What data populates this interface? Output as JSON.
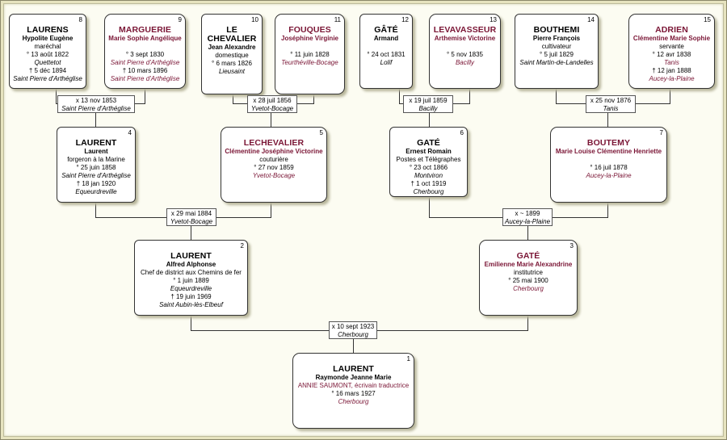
{
  "persons": {
    "p1": {
      "num": "1",
      "surname": "LAURENT",
      "given": "Raymonde Jeanne Marie",
      "occupation": "ANNIE SAUMONT, écrivain traductrice",
      "birth": "° 16 mars 1927",
      "birth_place": "Cherbourg"
    },
    "p2": {
      "num": "2",
      "surname": "LAURENT",
      "given": "Alfred Alphonse",
      "occupation": "Chef de district aux Chemins de fer",
      "birth": "° 1 juin 1889",
      "birth_place": "Equeurdreville",
      "death": "† 19 juin 1969",
      "death_place": "Saint Aubin-lès-Elbeuf"
    },
    "p3": {
      "num": "3",
      "surname": "GATÉ",
      "given": "Emilienne Marie Alexandrine",
      "occupation": "institutrice",
      "birth": "° 25 mai 1900",
      "birth_place": "Cherbourg"
    },
    "p4": {
      "num": "4",
      "surname": "LAURENT",
      "given": "Laurent",
      "occupation": "forgeron à la Marine",
      "birth": "° 25 juin 1858",
      "birth_place": "Saint Pierre d'Arthéglise",
      "death": "† 18 jan 1920",
      "death_place": "Equeurdreville"
    },
    "p5": {
      "num": "5",
      "surname": "LECHEVALIER",
      "given": "Clémentine Joséphine Victorine",
      "occupation": "couturière",
      "birth": "° 27 nov 1859",
      "birth_place": "Yvetot-Bocage"
    },
    "p6": {
      "num": "6",
      "surname": "GATÉ",
      "given": "Ernest Romain",
      "occupation": "Postes et Télégraphes",
      "birth": "° 23 oct 1866",
      "birth_place": "Montviron",
      "death": "† 1 oct 1919",
      "death_place": "Cherbourg"
    },
    "p7": {
      "num": "7",
      "surname": "BOUTEMY",
      "given": "Marie Louise Clémentine Henriette",
      "birth": "° 16 juil 1878",
      "birth_place": "Aucey-la-Plaine"
    },
    "p8": {
      "num": "8",
      "surname": "LAURENS",
      "given": "Hypolite Eugène",
      "occupation": "maréchal",
      "birth": "° 13 août 1822",
      "birth_place": "Quettetot",
      "death": "† 5 déc 1894",
      "death_place": "Saint Pierre d'Arthéglise"
    },
    "p9": {
      "num": "9",
      "surname": "MARGUERIE",
      "given": "Marie Sophie Angélique",
      "birth": "° 3 sept 1830",
      "birth_place": "Saint Pierre d'Arthéglise",
      "death": "† 10 mars 1896",
      "death_place": "Saint Pierre d'Arthéglise"
    },
    "p10": {
      "num": "10",
      "surname": "LE CHEVALIER",
      "given": "Jean  Alexandre",
      "occupation": "domestique",
      "birth": "° 6 mars 1826",
      "birth_place": "Lieusaint"
    },
    "p11": {
      "num": "11",
      "surname": "FOUQUES",
      "given": "Joséphine Virginie",
      "birth": "° 11 juin 1828",
      "birth_place": "Teurthéville-Bocage"
    },
    "p12": {
      "num": "12",
      "surname": "GÂTÉ",
      "given": "Armand",
      "birth": "° 24 oct 1831",
      "birth_place": "Lolif"
    },
    "p13": {
      "num": "13",
      "surname": "LEVAVASSEUR",
      "given": "Arthemise Victorine",
      "birth": "° 5 nov 1835",
      "birth_place": "Bacilly"
    },
    "p14": {
      "num": "14",
      "surname": "BOUTHEMI",
      "given": "Pierre François",
      "occupation": "cultivateur",
      "birth": "° 5 juil 1829",
      "birth_place": "Saint Martin-de-Landelles"
    },
    "p15": {
      "num": "15",
      "surname": "ADRIEN",
      "given": "Clémentine Marie Sophie",
      "occupation": "servante",
      "birth": "° 12 avr 1838",
      "birth_place": "Tanis",
      "death": "† 12 jan 1888",
      "death_place": "Aucey-la-Plaine"
    }
  },
  "marriages": {
    "m1": {
      "date": "x 10 sept 1923",
      "place": "Cherbourg"
    },
    "m2": {
      "date": "x 29 mai 1884",
      "place": "Yvetot-Bocage"
    },
    "m3": {
      "date": "x ~ 1899",
      "place": "Aucey-la-Plaine"
    },
    "m4": {
      "date": "x 13 nov 1853",
      "place": "Saint Pierre d'Arthéglise"
    },
    "m5": {
      "date": "x 28 juil 1856",
      "place": "Yvetot-Bocage"
    },
    "m6": {
      "date": "x 19 juil 1859",
      "place": "Bacilly"
    },
    "m7": {
      "date": "x 25 nov 1876",
      "place": "Tanis"
    }
  }
}
